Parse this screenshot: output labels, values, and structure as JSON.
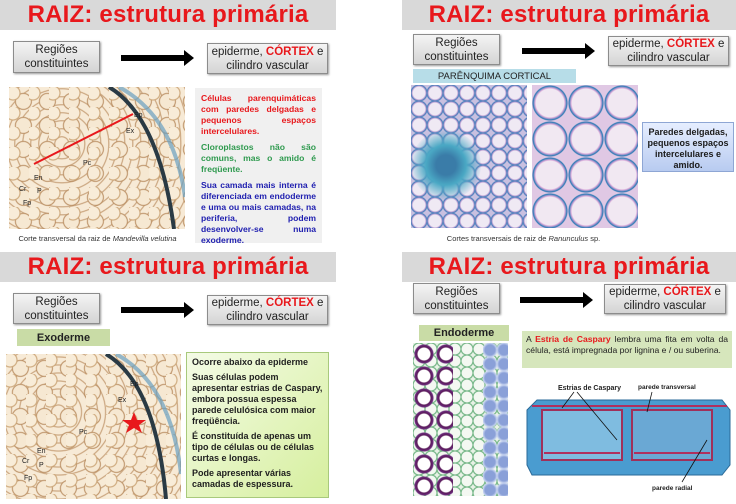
{
  "common": {
    "title": "RAIZ: estrutura primária",
    "regions_box_line1": "Regiões",
    "regions_box_line2": "constituintes",
    "result_prefix": "epiderme,",
    "result_highlight": "CÓRTEX",
    "result_suffix": "e",
    "result_line2": "cilindro vascular"
  },
  "colors": {
    "title_red": "#e8181c",
    "title_bar_gray": "#d9d9d9",
    "text_green": "#2f9a4f",
    "text_blue": "#2020b0",
    "label_blue_bg": "#b7dde8",
    "label_green_bg": "#c9dca6"
  },
  "slide1": {
    "image_labels": [
      "Ep",
      "Ex",
      "Pc",
      "En",
      "Cr",
      "P",
      "Fp"
    ],
    "caption_prefix": "Corte transversal da raiz de",
    "caption_species": "Mandevilla velutina",
    "info_red": "Células parenquimáticas com paredes delgadas e pequenos espaços intercelulares.",
    "info_green": "Cloroplastos não são comuns, mas o amido é freqüente.",
    "info_blue": "Sua camada mais interna é diferenciada em endoderme e uma ou mais camadas, na periferia, podem desenvolver-se numa exoderme."
  },
  "slide2": {
    "label": "PARÊNQUIMA CORTICAL",
    "callout": "Paredes delgadas, pequenos espaços intercelulares e amido.",
    "caption_prefix": "Cortes transversais de raiz de",
    "caption_species": "Ranunculus",
    "caption_suffix": "sp."
  },
  "slide3": {
    "label": "Exoderme",
    "image_labels": [
      "Ep",
      "Ex",
      "Pc",
      "En",
      "Cr",
      "P",
      "Fp"
    ],
    "info": [
      "Ocorre abaixo da epiderme",
      "Suas células podem apresentar estrias de Caspary, embora possua espessa parede celulósica com maior freqüência.",
      "É constituída de apenas um tipo de células ou de células curtas e longas.",
      "Pode apresentar várias camadas de espessura."
    ]
  },
  "slide4": {
    "label": "Endoderme",
    "info_prefix": "A",
    "info_highlight": "Estria de Caspary",
    "info_rest": "lembra uma fita em volta da célula, está impregnada por lignina e / ou suberina.",
    "diagram_labels": {
      "casparian": "Estrias de Caspary",
      "transverse": "parede transversal",
      "radial": "parede radial"
    }
  }
}
